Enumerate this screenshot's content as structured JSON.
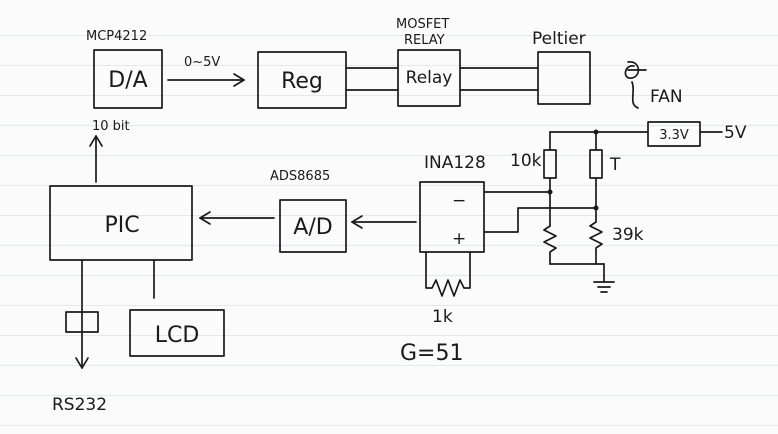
{
  "labels": {
    "dac_chip": "MCP4212",
    "dac": "D/A",
    "dac_bits": "10 bit",
    "dac_range": "0~5V",
    "reg": "Reg",
    "relay_header_1": "MOSFET",
    "relay_header_2": "RELAY",
    "relay": "Relay",
    "peltier": "Peltier",
    "fan": "FAN",
    "pic": "PIC",
    "adc_chip": "ADS8685",
    "adc": "A/D",
    "inamp": "INA128",
    "minus": "−",
    "plus": "+",
    "r_top_left": "10k",
    "thermistor": "T",
    "r_bottom_right": "39k",
    "gain_resistor": "1k",
    "gain": "G=51",
    "ref": "3.3V",
    "supply": "5V",
    "lcd": "LCD",
    "rs232": "RS232"
  }
}
